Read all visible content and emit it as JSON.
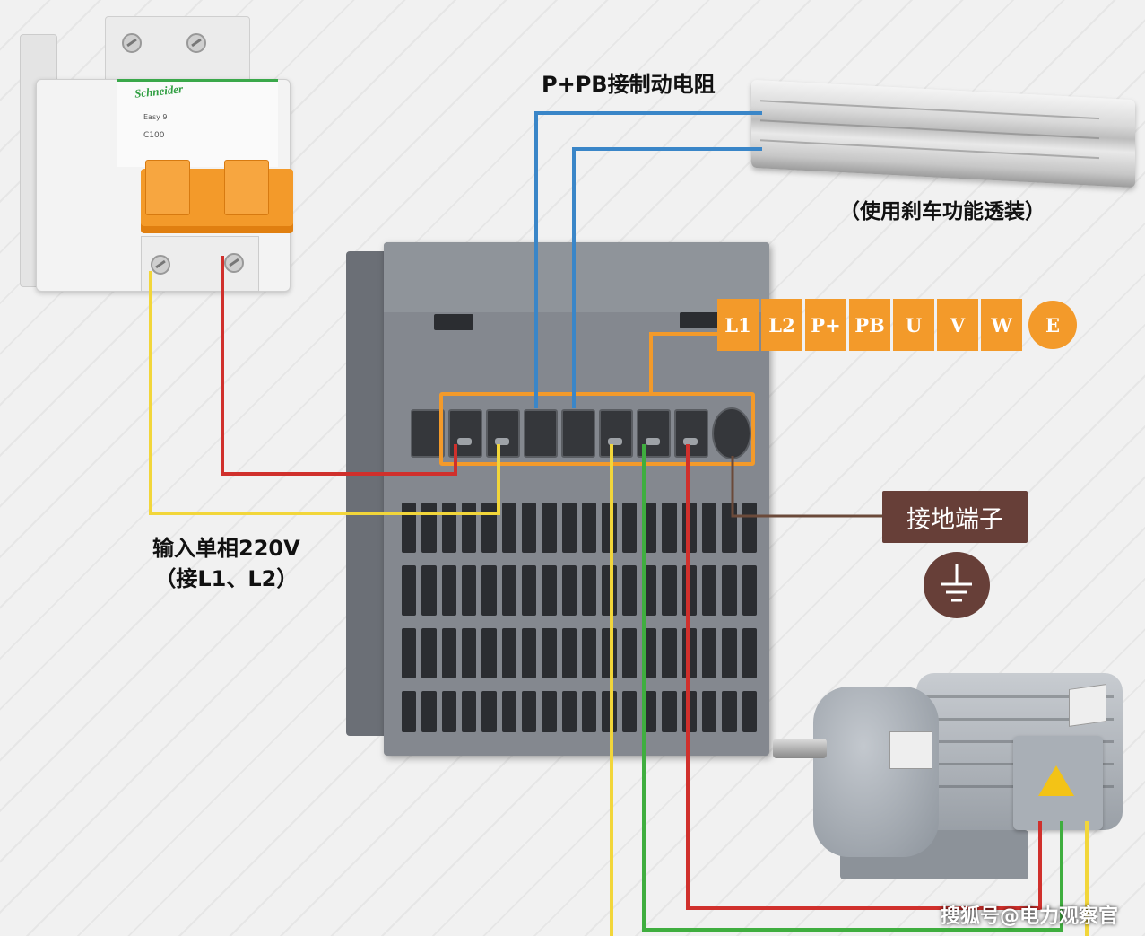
{
  "labels": {
    "pb_resistor": "P+PB接制动电阻",
    "brake_note": "（使用刹车功能透装）",
    "input_line1": "输入单相220V",
    "input_line2": "（接L1、L2）",
    "ground_terminal": "接地端子",
    "watermark": "搜狐号@电力观察官"
  },
  "breaker": {
    "brand": "Schneider",
    "series": "Easy 9",
    "rating": "C100"
  },
  "terminals": [
    "L1",
    "L2",
    "P+",
    "PB",
    "U",
    "V",
    "W",
    "E"
  ],
  "colors": {
    "orange": "#f39a2a",
    "wire_red": "#d0302c",
    "wire_yellow": "#f2d63a",
    "wire_blue": "#3a86c8",
    "wire_green": "#3fae3f",
    "wire_brown": "#6b4a3a",
    "ground_tag": "#673f38"
  },
  "icons": {
    "ground": "earth-ground-icon",
    "warning": "high-voltage-warning-icon"
  }
}
